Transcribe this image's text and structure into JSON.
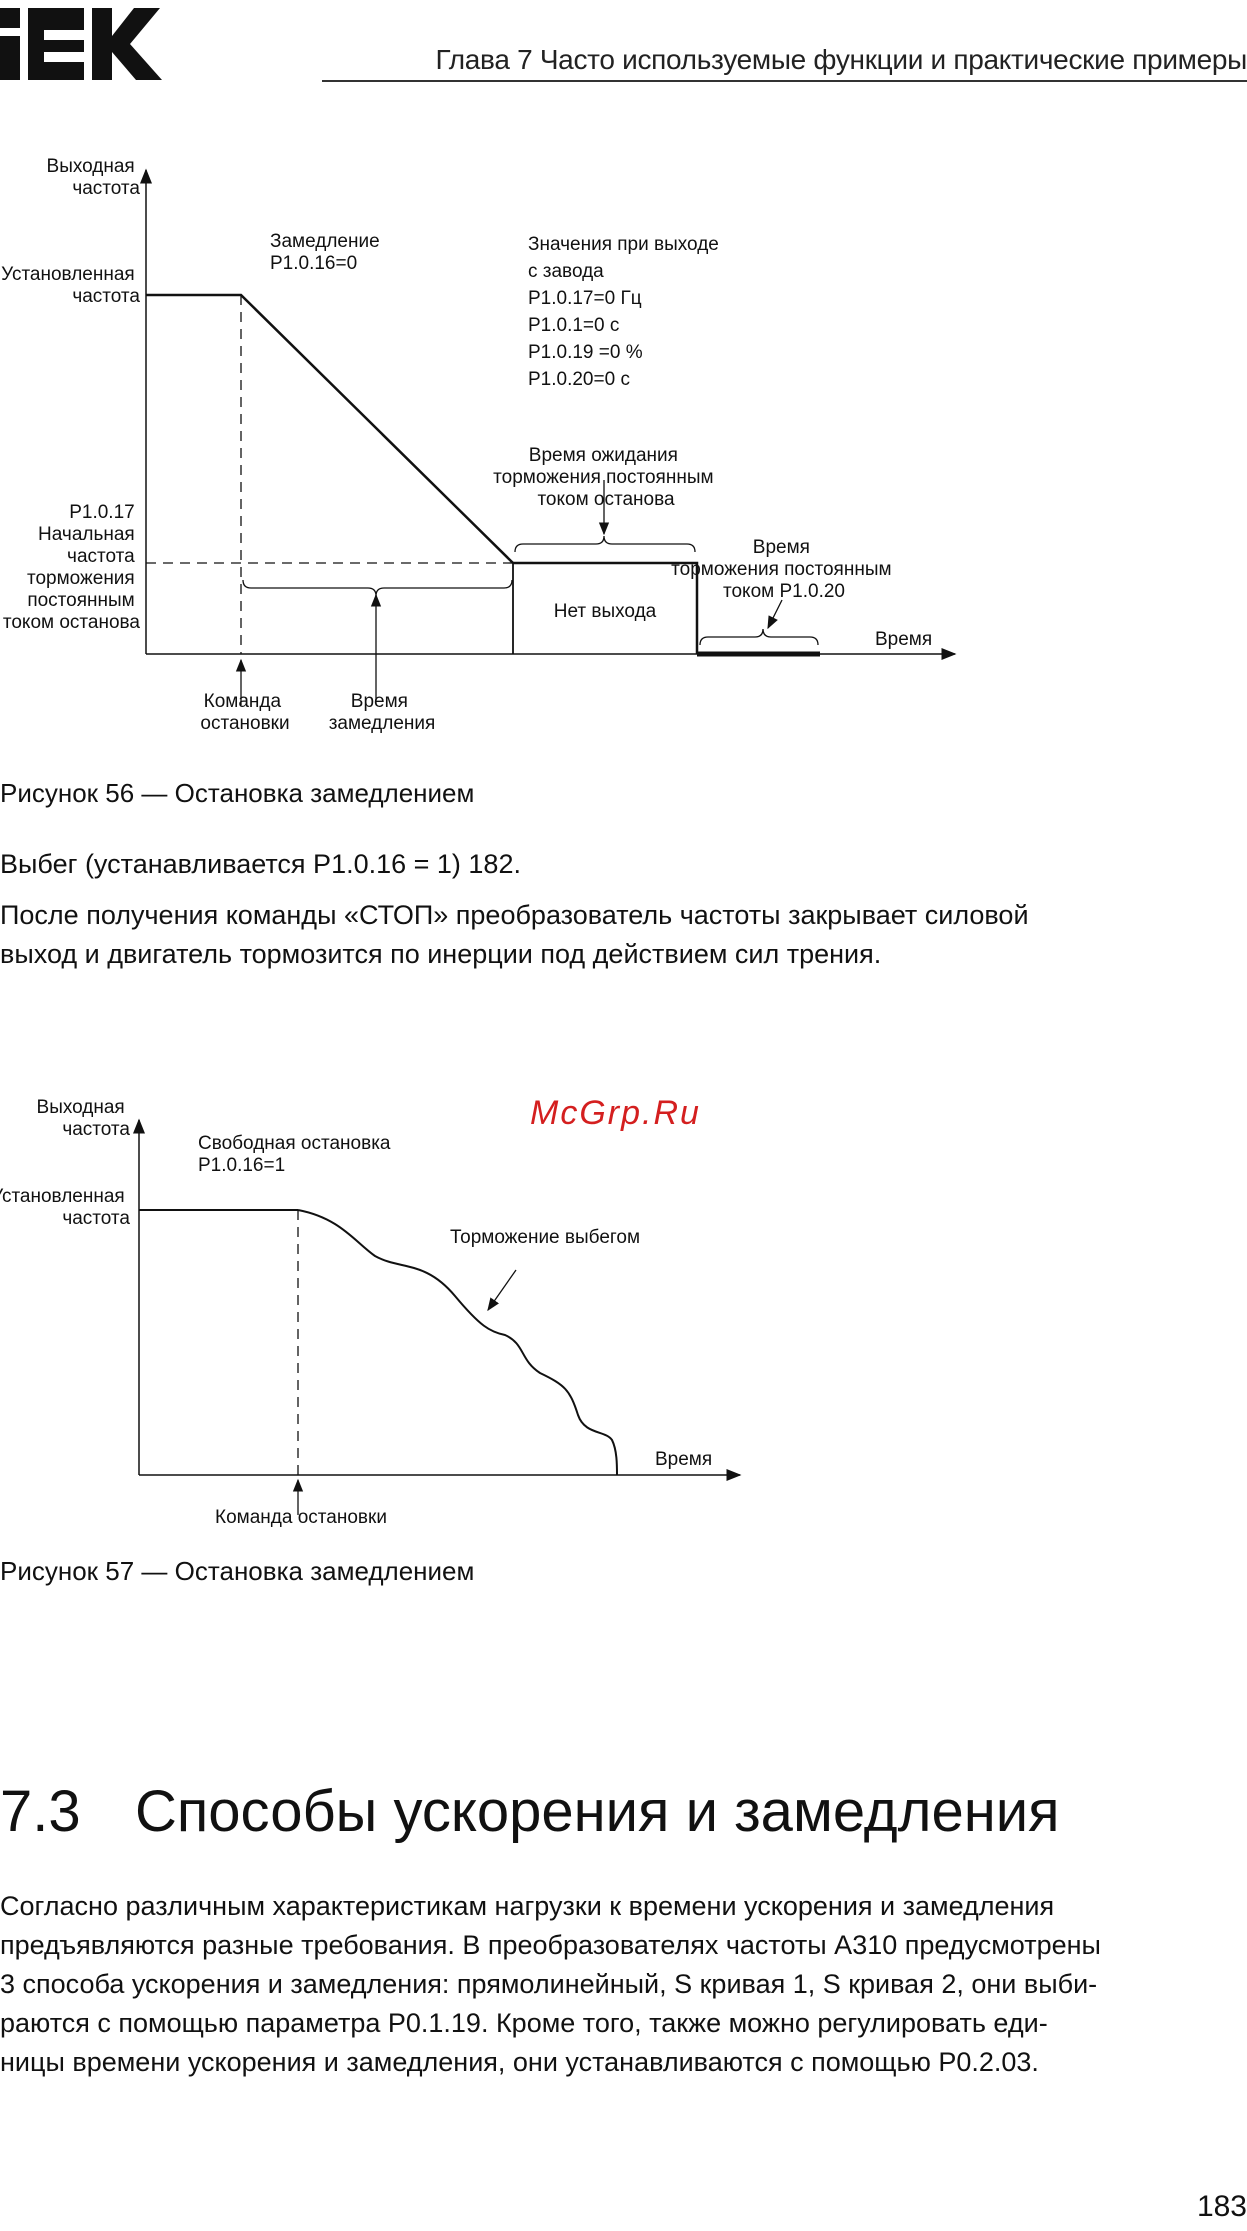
{
  "logo_text": "IEK",
  "header": {
    "running_title": "Глава 7 Часто используемые функции и практические примеры"
  },
  "figure56": {
    "y_axis_label": [
      "Выходная",
      "частота"
    ],
    "set_freq_label": [
      "Установленная",
      "частота"
    ],
    "decel_label": [
      "Замедление",
      "P1.0.16=0"
    ],
    "factory_values": [
      "Значения при выходе",
      "с завода",
      "P1.0.17=0 Гц",
      "P1.0.1=0 с",
      "P1.0.19 =0 %",
      "P1.0.20=0 с"
    ],
    "wait_label": [
      "Время ожидания",
      "торможения постоянным",
      "током останова"
    ],
    "brake_time_label": [
      "Время",
      "торможения постоянным",
      "током P1.0.20"
    ],
    "start_freq_label": [
      "P1.0.17",
      "Начальная",
      "частота",
      "торможения",
      "постоянным",
      "током останова"
    ],
    "no_output": "Нет выхода",
    "time_label": "Время",
    "stop_cmd": [
      "Команда",
      "остановки"
    ],
    "decel_time": [
      "Время",
      "замедления"
    ]
  },
  "caption56": "Рисунок 56 — Остановка замедлением",
  "para_coast": "Выбег (устанавливается P1.0.16 = 1) 182.",
  "para_stop": [
    "После получения команды «СТОП» преобразователь частоты закрывает силовой",
    "выход и двигатель тормозится по инерции под действием сил трения."
  ],
  "watermark": "McGrp.Ru",
  "figure57": {
    "y_axis_label": [
      "Выходная",
      "частота"
    ],
    "set_freq_label": [
      "Установленная",
      "частота"
    ],
    "free_stop": [
      "Свободная остановка",
      "P1.0.16=1"
    ],
    "coast_label": "Торможение выбегом",
    "time_label": "Время",
    "stop_cmd": "Команда остановки"
  },
  "caption57": "Рисунок 57 — Остановка замедлением",
  "section": {
    "number": "7.3",
    "title": "Способы ускорения и замедления"
  },
  "para_section": [
    "Согласно различным характеристикам нагрузки к времени ускорения и замедления",
    "предъявляются разные требования. В преобразователях частоты A310 предусмотрены",
    "3 способа ускорения и замедления: прямолинейный, S кривая 1, S кривая 2, они выби-",
    "раются с помощью параметра P0.1.19. Кроме того, также можно регулировать еди-",
    "ницы времени ускорения и замедления, они устанавливаются с помощью P0.2.03."
  ],
  "page_number": "183"
}
